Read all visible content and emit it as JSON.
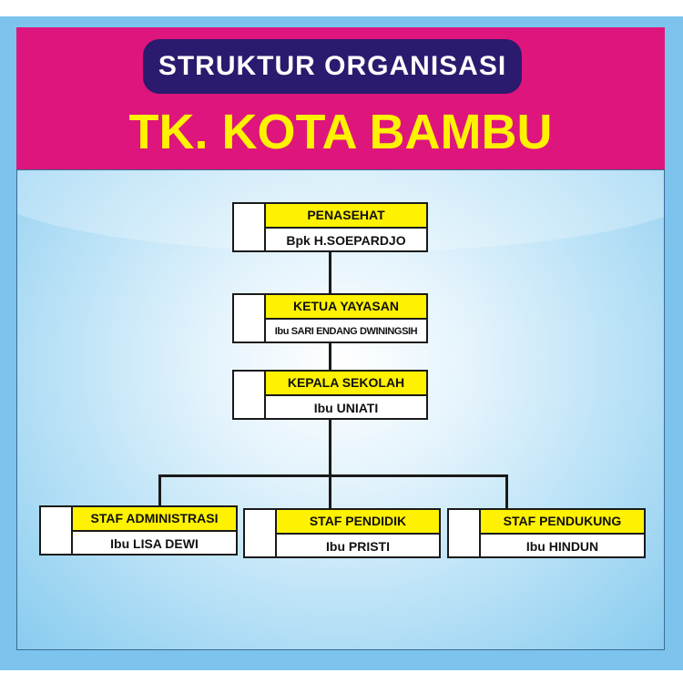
{
  "header": {
    "title": "STRUKTUR ORGANISASI",
    "subtitle": "TK. KOTA BAMBU"
  },
  "colors": {
    "header_bg": "#de157c",
    "pill_bg": "#2b1a6e",
    "subtitle": "#fff200",
    "role_bg": "#fff200",
    "frame": "#7cc4ee"
  },
  "nodes": [
    {
      "role": "PENASEHAT",
      "name": "Bpk H.SOEPARDJO"
    },
    {
      "role": "KETUA YAYASAN",
      "name": "Ibu SARI ENDANG DWININGSIH"
    },
    {
      "role": "KEPALA SEKOLAH",
      "name": "Ibu UNIATI"
    },
    {
      "role": "STAF ADMINISTRASI",
      "name": "Ibu LISA DEWI"
    },
    {
      "role": "STAF PENDIDIK",
      "name": "Ibu PRISTI"
    },
    {
      "role": "STAF PENDUKUNG",
      "name": "Ibu HINDUN"
    }
  ]
}
